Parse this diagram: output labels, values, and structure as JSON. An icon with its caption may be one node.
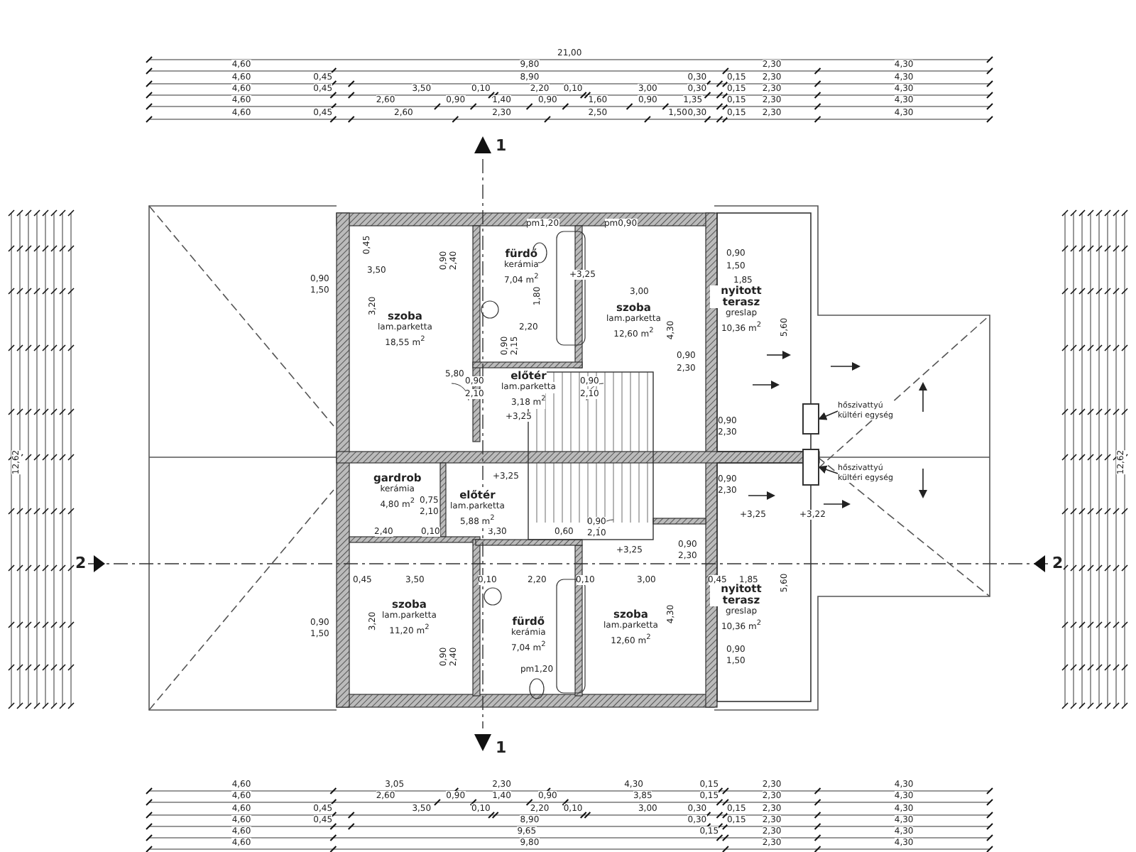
{
  "diagram": {
    "nodes": [
      {
        "text": [
          "szoba",
          "lam.parketta",
          "18,55 m$^{2}$"
        ]
      },
      {
        "text": [
          "fürdő",
          "kerámia",
          "7,04 m$^{2}$"
        ]
      },
      {
        "text": [
          "szoba",
          "lam.parketta",
          "12,60 m$^{2}$"
        ]
      },
      {
        "text": [
          "nyitott terasz",
          "greslap",
          "10,36 m$^{2}$"
        ]
      },
      {
        "text": [
          "előtér",
          "lam.parketta",
          "3,18 m$^{2}$"
        ]
      },
      {
        "text": [
          "gardrob",
          "kerámia",
          "4,80 m$^{2}$"
        ]
      },
      {
        "text": [
          "előtér",
          "lam.parketta",
          "5,88 m$^{2}$"
        ]
      },
      {
        "text": [
          "szoba",
          "lam.parketta",
          "11,20 m$^{2}$"
        ]
      },
      {
        "text": [
          "fürdő",
          "kerámia",
          "7,04 m$^{2}$"
        ]
      },
      {
        "text": [
          "szoba",
          "lam.parketta",
          "12,60 m$^{2}$"
        ]
      },
      {
        "text": [
          "nyitott terasz",
          "greslap",
          "10,36 m$^{2}$"
        ]
      },
      {
        "text": [
          "hőszivattyú kültéri egység"
        ]
      },
      {
        "text": [
          "hőszivattyú kültéri egység"
        ]
      },
      {
        "text": [],
        "shape": "box"
      },
      {
        "text": [],
        "shape": "box"
      }
    ],
    "edges": [
      {
        "from": 11,
        "to": 13,
        "arrow": "to"
      },
      {
        "from": 12,
        "to": 14,
        "arrow": "to"
      }
    ],
    "labels": [
      "21,00",
      "4,60",
      "9,80",
      "2,30",
      "4,30",
      "4,60",
      "0,45",
      "8,90",
      "0,30",
      "0,15",
      "2,30",
      "4,30",
      "4,60",
      "0,45",
      "3,50",
      "0,10",
      "2,20",
      "0,10",
      "3,00",
      "0,30",
      "0,15",
      "2,30",
      "4,30",
      "4,60",
      "2,60",
      "0,90",
      "1,40",
      "0,90",
      "1,60",
      "0,90",
      "1,35",
      "0,15",
      "2,30",
      "4,30",
      "4,60",
      "0,45",
      "2,60",
      "2,30",
      "2,50",
      "1,50",
      "0,30",
      "0,15",
      "2,30",
      "4,30",
      "4,60",
      "3,05",
      "2,30",
      "4,30",
      "0,15",
      "2,30",
      "4,30",
      "4,60",
      "2,60",
      "0,90",
      "1,40",
      "0,90",
      "3,85",
      "0,15",
      "2,30",
      "4,30",
      "4,60",
      "0,45",
      "3,50",
      "0,10",
      "2,20",
      "0,10",
      "3,00",
      "0,30",
      "0,15",
      "2,30",
      "4,30",
      "4,60",
      "0,45",
      "8,90",
      "0,30",
      "0,15",
      "2,30",
      "4,30",
      "4,60",
      "9,65",
      "0,15",
      "2,30",
      "4,30",
      "4,60",
      "9,80",
      "2,30",
      "4,30",
      "1",
      "12,62",
      "12,62",
      "pm1,20",
      "pm0,90",
      "0,45",
      "0,90",
      "2,40",
      "0,90",
      "1,50",
      "3,50",
      "+3,25",
      "0,90",
      "1,50",
      "1,85",
      "3,00",
      "1,80",
      "3,20",
      "2,20",
      "4,30",
      "5,60",
      "0,90",
      "2,15",
      "0,90",
      "2,30",
      "5,80",
      "0,90",
      "2,10",
      "0,90",
      "2,10",
      "+3,25",
      "0,90",
      "2,30",
      "+3,25",
      "0,90",
      "2,30",
      "0,75",
      "2,10",
      "+3,25",
      "+3,22",
      "0,90",
      "2,10",
      "0,90",
      "2,30",
      "+3,25",
      "2",
      "2",
      "2,40",
      "0,10",
      "3,30",
      "0,60",
      "0,45",
      "3,50",
      "0,10",
      "2,20",
      "0,10",
      "3,00",
      "0,45",
      "1,85",
      "5,60",
      "3,20",
      "4,30",
      "0,90",
      "1,50",
      "0,90",
      "1,50",
      "0,90",
      "2,40",
      "pm1,20",
      "1"
    ]
  }
}
